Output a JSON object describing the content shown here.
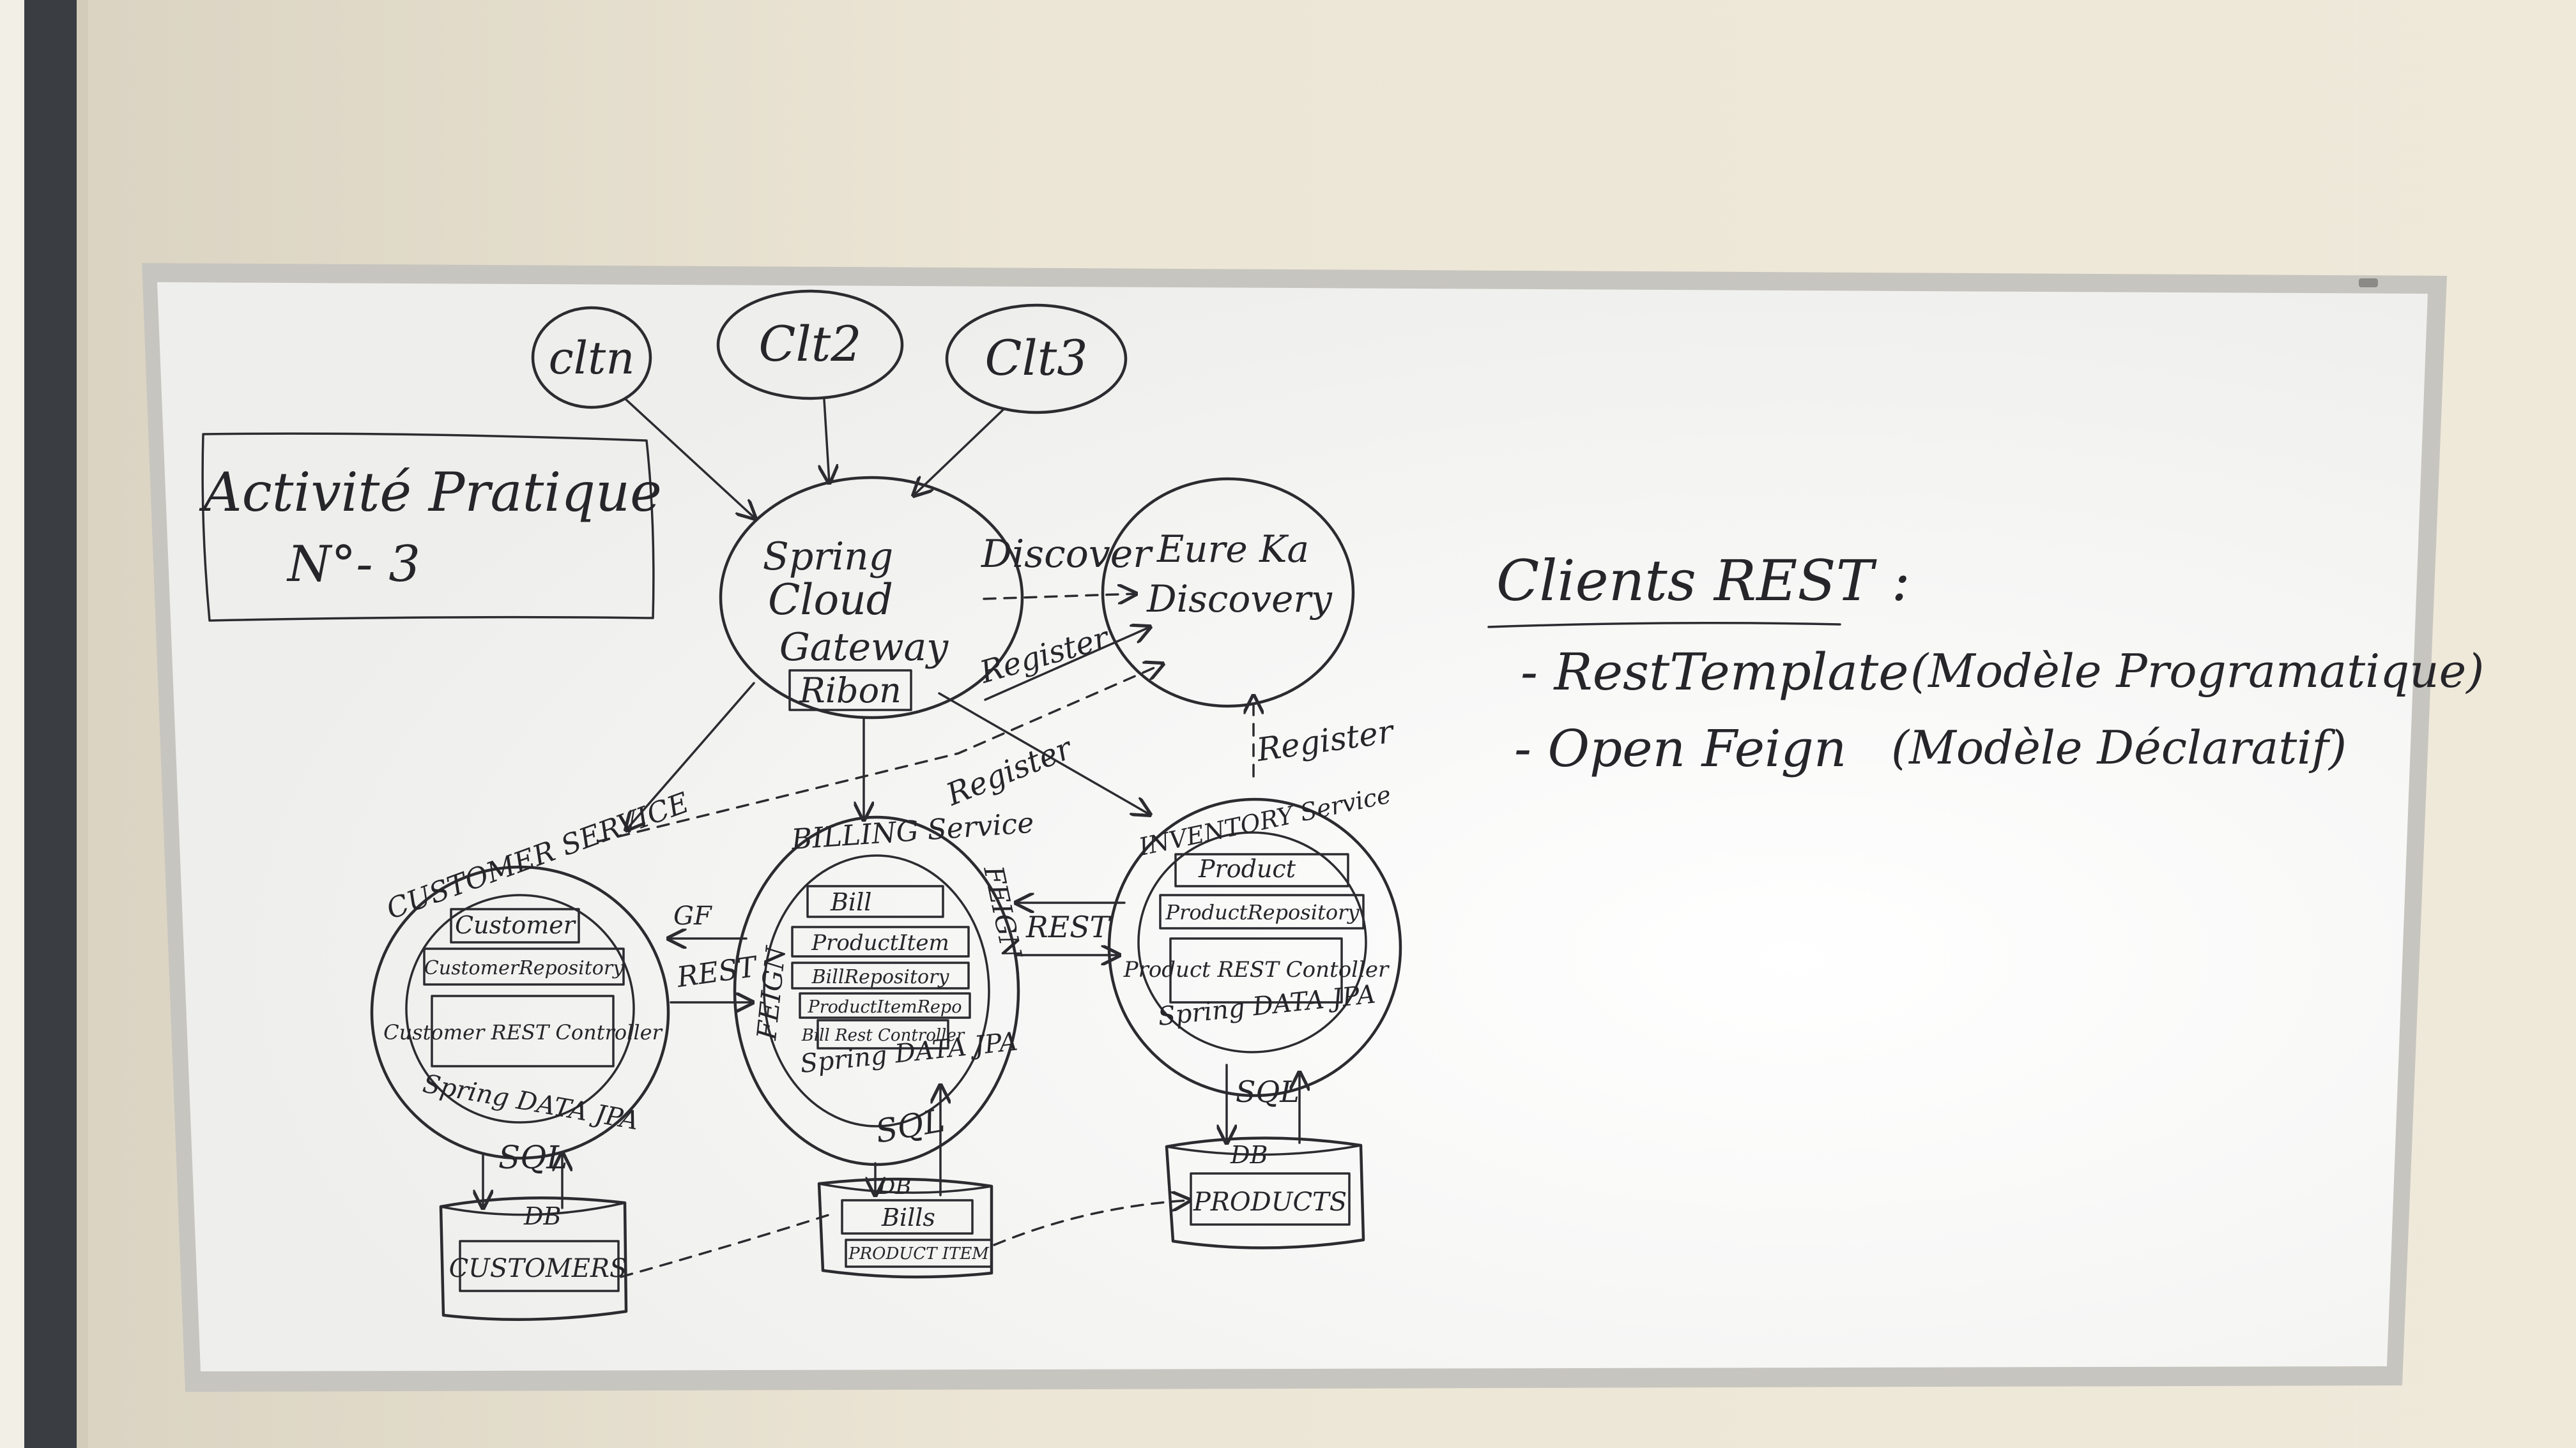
{
  "board": {
    "colors": {
      "wall": "#e9e2d2",
      "board": "#f6f6f4",
      "frame": "#b9b7b2",
      "ink": "#2b2b30"
    }
  },
  "title_box": {
    "line1": "Activité Pratique",
    "line2": "N°- 3"
  },
  "clients": [
    "cltn",
    "Clt2",
    "Clt3"
  ],
  "gateway": {
    "lines": [
      "Spring",
      "Cloud",
      "Gateway"
    ],
    "ribbon": "Ribon"
  },
  "eureka": {
    "lines": [
      "Eure Ka",
      "Discovery"
    ]
  },
  "edges": {
    "discover": "Discover",
    "register_gateway": "Register",
    "register_billing": "Register",
    "register_inventory": "Register",
    "gf": "GF",
    "rest_customer": "REST",
    "rest_inventory": "REST",
    "sql_customer": "SQL",
    "sql_billing": "SQL",
    "sql_inventory": "SQL"
  },
  "customer_service": {
    "title": "CUSTOMER SERVICE",
    "items": [
      "Customer",
      "CustomerRepository",
      "Customer REST Controller"
    ],
    "footer": "Spring DATA JPA"
  },
  "billing_service": {
    "title": "BILLING Service",
    "side_left": "FEIGN",
    "side_right": "FEIGN",
    "items": [
      "Bill",
      "ProductItem",
      "BillRepository",
      "ProductItemRepo",
      "Bill Rest Controller"
    ],
    "footer": "Spring DATA JPA"
  },
  "inventory_service": {
    "title": "INVENTORY Service",
    "items": [
      "Product",
      "ProductRepository",
      "Product REST Contoller"
    ],
    "footer": "Spring DATA JPA"
  },
  "databases": {
    "customers": {
      "label": "DB",
      "tables": [
        "CUSTOMERS"
      ]
    },
    "billing": {
      "label": "DB",
      "tables": [
        "Bills",
        "PRODUCT ITEM"
      ]
    },
    "products": {
      "label": "DB",
      "tables": [
        "PRODUCTS"
      ]
    }
  },
  "notes": {
    "title": "Clients REST :",
    "items": [
      {
        "name": "- RestTemplate",
        "detail": "(Modèle Programatique)"
      },
      {
        "name": "- Open Feign",
        "detail": "(Modèle Déclaratif)"
      }
    ]
  }
}
